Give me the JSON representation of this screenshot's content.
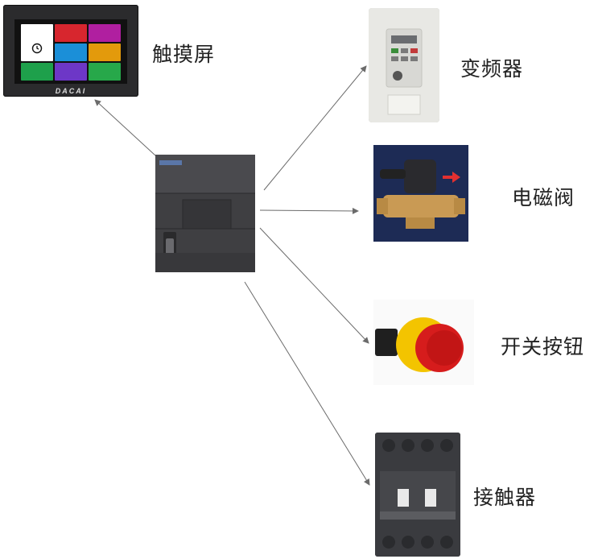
{
  "nodes": {
    "touchscreen": {
      "label": "触摸屏",
      "brand": "DACAI"
    },
    "plc": {
      "label": ""
    },
    "vfd": {
      "label": "变频器"
    },
    "valve": {
      "label": "电磁阀"
    },
    "button": {
      "label": "开关按钮"
    },
    "contactor": {
      "label": "接触器"
    }
  },
  "colors": {
    "arrow": "#6b6b6b",
    "plc_body": "#3f3f42",
    "valve_bg": "#1d2b55",
    "estop_red": "#d61c1c",
    "estop_yellow": "#f3c400"
  }
}
